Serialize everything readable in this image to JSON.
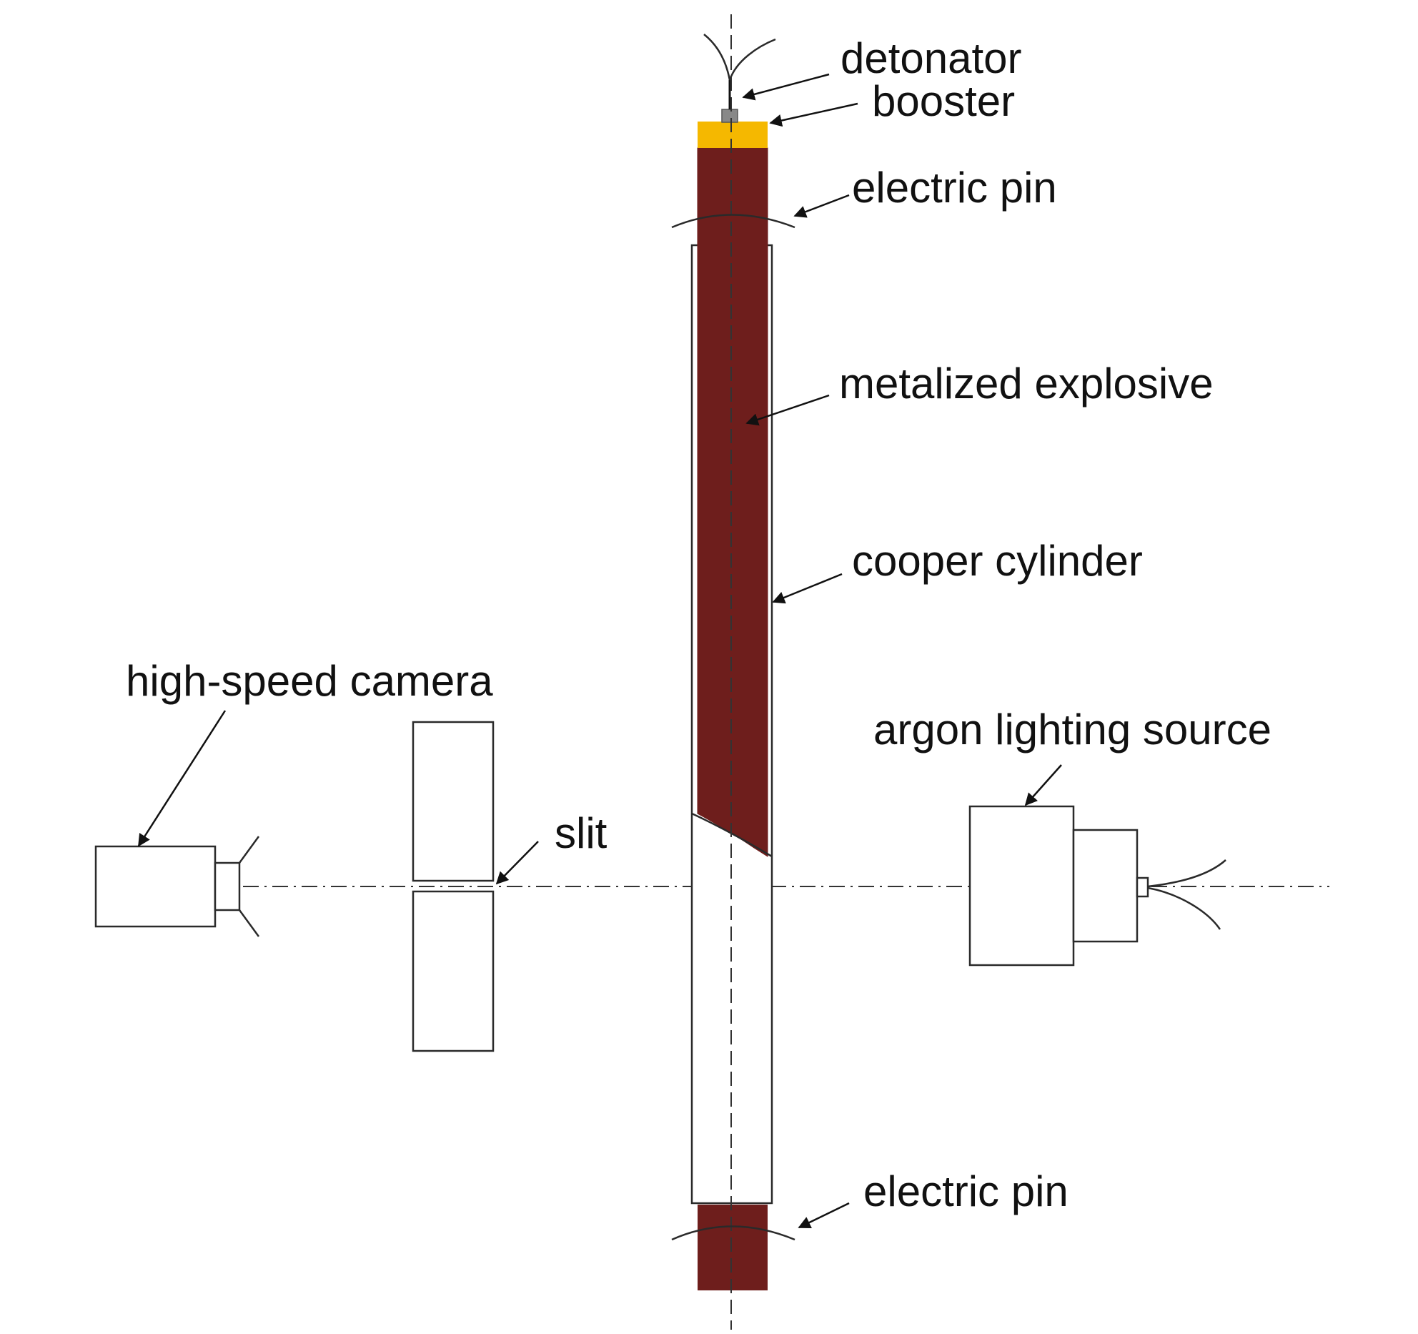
{
  "colors": {
    "explosive": "#6e1e1c",
    "booster": "#f5b800",
    "detonator_cap": "#888888",
    "line": "#2a2a2a"
  },
  "labels": {
    "detonator": "detonator",
    "booster": "booster",
    "electric_pin_top": "electric pin",
    "metalized_explosive": "metalized explosive",
    "cylinder": "cooper cylinder",
    "camera": "high-speed camera",
    "slit": "slit",
    "light_source": "argon lighting source",
    "electric_pin_bottom": "electric pin"
  }
}
